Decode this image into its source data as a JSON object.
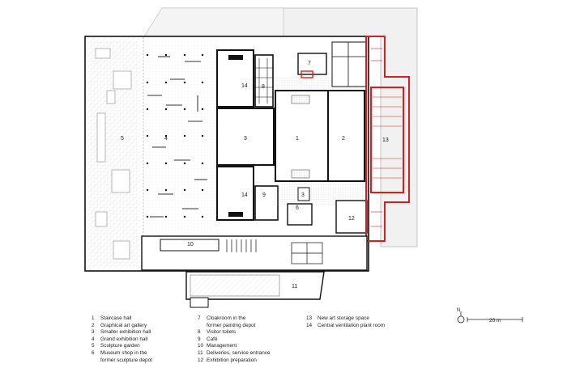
{
  "room_labels": [
    "1",
    "2",
    "3",
    "4",
    "5",
    "6",
    "7",
    "8",
    "9",
    "10",
    "11",
    "12",
    "13",
    "14",
    "14",
    "3"
  ],
  "legend": [
    [
      {
        "num": "1",
        "text": "Staircase hall"
      },
      {
        "num": "2",
        "text": "Graphical art gallery"
      },
      {
        "num": "3",
        "text": "Smaller exhibition hall"
      },
      {
        "num": "4",
        "text": "Grand exhibition hall"
      },
      {
        "num": "5",
        "text": "Sculpture garden"
      },
      {
        "num": "6",
        "text": "Museum shop in the\nformer sculpture depot"
      }
    ],
    [
      {
        "num": "7",
        "text": "Cloakroom in the\nformer painting depot"
      },
      {
        "num": "8",
        "text": "Visitor toilets"
      },
      {
        "num": "9",
        "text": "Café"
      },
      {
        "num": "10",
        "text": "Management"
      },
      {
        "num": "11",
        "text": "Deliveries, service entrance"
      },
      {
        "num": "12",
        "text": "Exhibition preparation"
      }
    ],
    [
      {
        "num": "13",
        "text": "New art storage space"
      },
      {
        "num": "14",
        "text": "Central ventilation plant room"
      }
    ]
  ],
  "north_label": "N",
  "scale_label": "20 m",
  "colors": {
    "walls": "#111111",
    "new_build": "#d42020",
    "grid": "#cfcfcf",
    "hatch": "#e9e9e9"
  }
}
